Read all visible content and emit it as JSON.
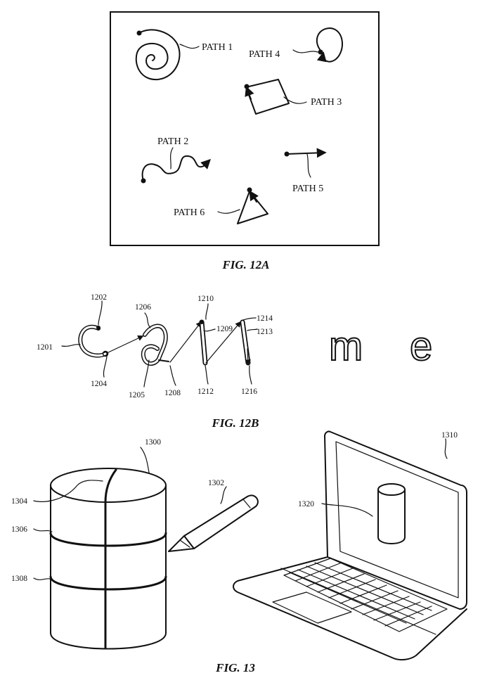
{
  "fig12a": {
    "caption": "FIG. 12A",
    "path_labels": [
      "PATH 1",
      "PATH 2",
      "PATH 3",
      "PATH 4",
      "PATH 5",
      "PATH 6"
    ]
  },
  "fig12b": {
    "caption": "FIG. 12B",
    "labels": {
      "l1201": "1201",
      "l1202": "1202",
      "l1204": "1204",
      "l1205": "1205",
      "l1206": "1206",
      "l1208": "1208",
      "l1209": "1209",
      "l1210": "1210",
      "l1212": "1212",
      "l1213": "1213",
      "l1214": "1214",
      "l1216": "1216"
    },
    "letters": [
      "m",
      "e"
    ]
  },
  "fig13": {
    "caption": "FIG. 13",
    "labels": {
      "l1300": "1300",
      "l1302": "1302",
      "l1304": "1304",
      "l1306": "1306",
      "l1308": "1308",
      "l1310": "1310",
      "l1320": "1320"
    }
  }
}
